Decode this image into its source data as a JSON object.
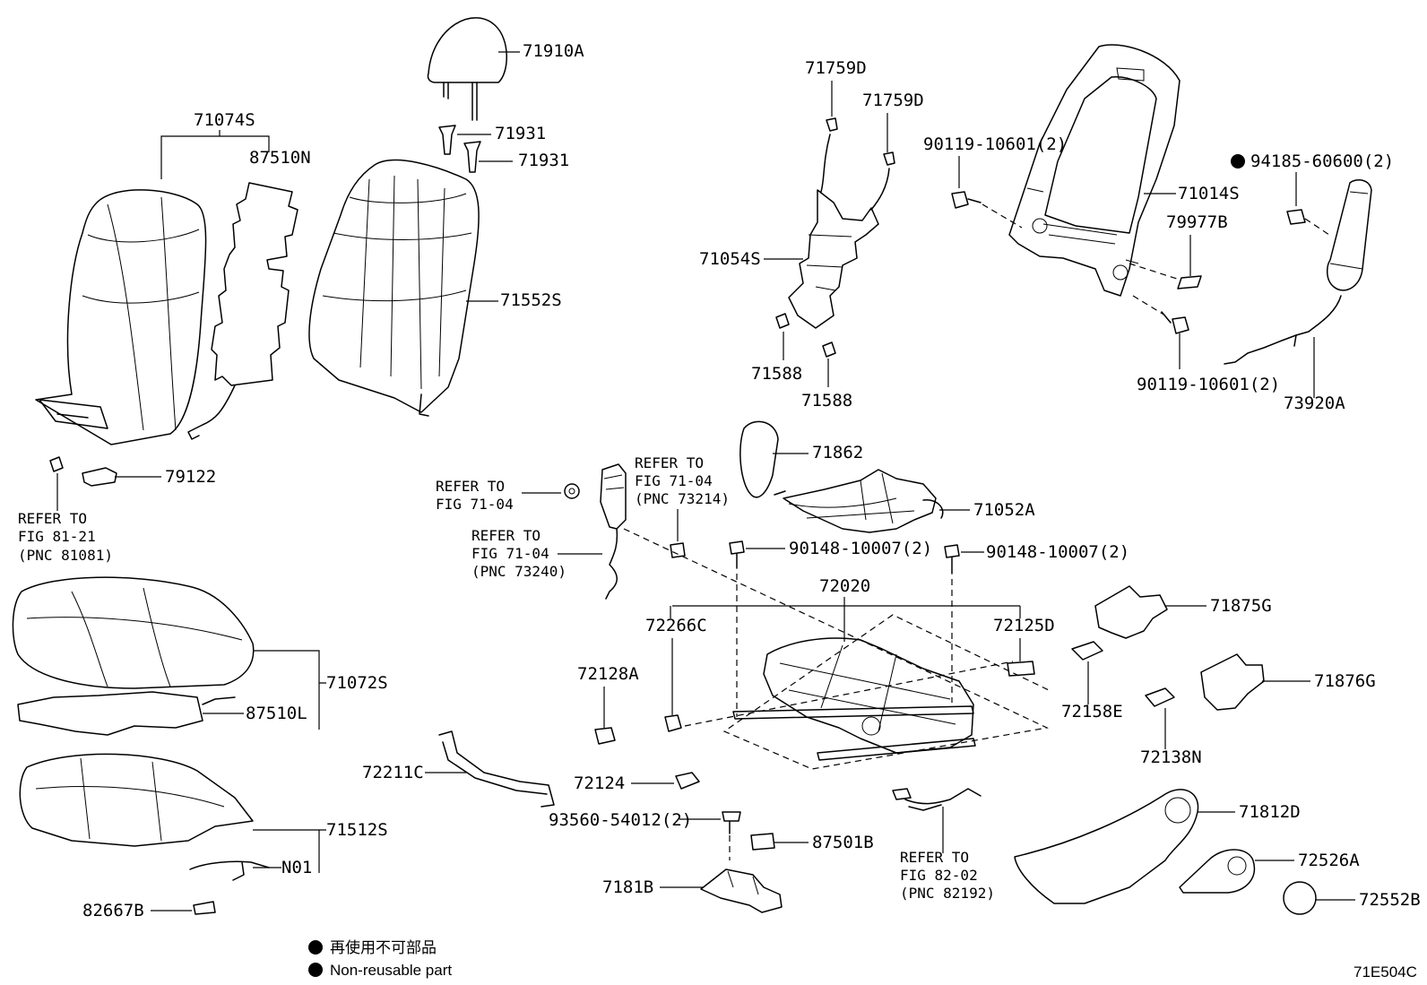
{
  "parts": {
    "p71910A": "71910A",
    "p71931a": "71931",
    "p71931b": "71931",
    "p71074S": "71074S",
    "p87510N": "87510N",
    "p71552S": "71552S",
    "p71759Da": "71759D",
    "p71759Db": "71759D",
    "p71054S": "71054S",
    "p71588a": "71588",
    "p71588b": "71588",
    "p90119a": "90119-10601(2)",
    "p71014S": "71014S",
    "p79977B": "79977B",
    "p90119b": "90119-10601(2)",
    "p94185": "94185-60600(2)",
    "p73920A": "73920A",
    "p79122": "79122",
    "p71862": "71862",
    "p71052A": "71052A",
    "p90148a": "90148-10007(2)",
    "p90148b": "90148-10007(2)",
    "p72020": "72020",
    "p72266C": "72266C",
    "p72125D": "72125D",
    "p71875G": "71875G",
    "p71876G": "71876G",
    "p72158E": "72158E",
    "p72138N": "72138N",
    "p72128A": "72128A",
    "p71072S": "71072S",
    "p87510L": "87510L",
    "p72211C": "72211C",
    "p72124": "72124",
    "p93560": "93560-54012(2)",
    "p87501B": "87501B",
    "p7181B": "7181B",
    "p71512S": "71512S",
    "pN01": "N01",
    "p82667B": "82667B",
    "p71812D": "71812D",
    "p72526A": "72526A",
    "p72552B": "72552B"
  },
  "refs": {
    "r1": [
      "REFER TO",
      "FIG 81-21",
      "(PNC 81081)"
    ],
    "r2": [
      "REFER TO",
      "FIG 71-04"
    ],
    "r3": [
      "REFER TO",
      "FIG 71-04",
      "(PNC 73214)"
    ],
    "r4": [
      "REFER TO",
      "FIG 71-04",
      "(PNC 73240)"
    ],
    "r5": [
      "REFER TO",
      "FIG 82-02",
      "(PNC 82192)"
    ]
  },
  "legend": {
    "jp": "再使用不可部品",
    "en": "Non-reusable part"
  },
  "figure_code": "71E504C"
}
